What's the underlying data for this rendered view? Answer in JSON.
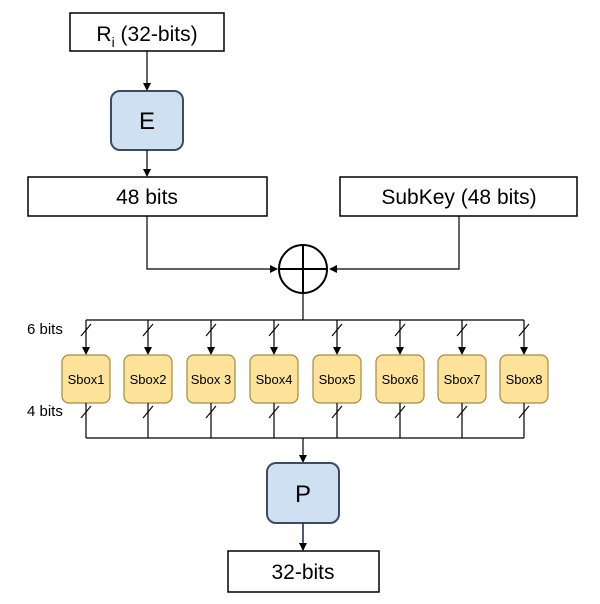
{
  "diagram": {
    "input": {
      "main": "R",
      "subscript": "i",
      "rest": " (32-bits)"
    },
    "expansion_label": "E",
    "expanded_label": "48 bits",
    "subkey_label": "SubKey (48 bits)",
    "bus_in_label": "6 bits",
    "bus_out_label": "4 bits",
    "sboxes": [
      "Sbox1",
      "Sbox2",
      "Sbox 3",
      "Sbox4",
      "Sbox5",
      "Sbox6",
      "Sbox7",
      "Sbox8"
    ],
    "permutation_label": "P",
    "output_label": "32-bits"
  },
  "colors": {
    "line": "#000000",
    "box_fill": "#ffffff",
    "function_fill": "#cfe0f3",
    "function_stroke": "#3c4a63",
    "sbox_fill": "#fde29a",
    "sbox_stroke": "#a88a3a"
  }
}
